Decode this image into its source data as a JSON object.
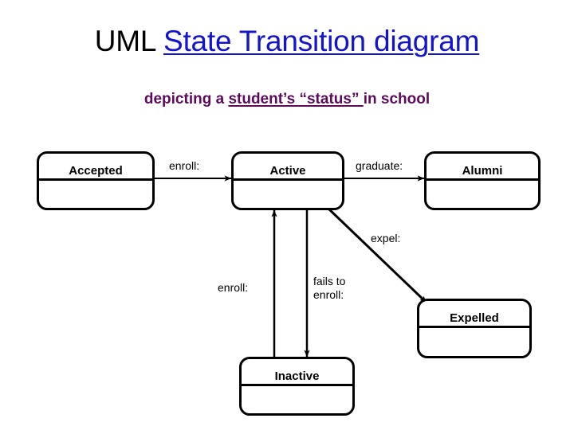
{
  "title": {
    "prefix": "UML ",
    "emphasis": "State Transition diagram"
  },
  "subtitle": {
    "prefix": "depicting a ",
    "emphasis": "student’s “status” ",
    "suffix": "in school"
  },
  "diagram": {
    "type": "uml-state-transition",
    "states": [
      {
        "id": "accepted",
        "label": "Accepted"
      },
      {
        "id": "active",
        "label": "Active"
      },
      {
        "id": "alumni",
        "label": "Alumni"
      },
      {
        "id": "expelled",
        "label": "Expelled"
      },
      {
        "id": "inactive",
        "label": "Inactive"
      }
    ],
    "transitions": [
      {
        "id": "enroll-accepted-active",
        "from": "accepted",
        "to": "active",
        "label": "enroll:"
      },
      {
        "id": "graduate",
        "from": "active",
        "to": "alumni",
        "label": "graduate:"
      },
      {
        "id": "expel",
        "from": "active",
        "to": "expelled",
        "label": "expel:"
      },
      {
        "id": "enroll-inactive-active",
        "from": "inactive",
        "to": "active",
        "label": "enroll:"
      },
      {
        "id": "fails-to-enroll",
        "from": "active",
        "to": "inactive",
        "label": "fails to\nenroll:"
      }
    ]
  },
  "colors": {
    "title_black": "#000000",
    "title_blue": "#1414CC",
    "subtitle_purple": "#5C0A5C",
    "stroke": "#000000",
    "background": "#FFFFFF"
  }
}
